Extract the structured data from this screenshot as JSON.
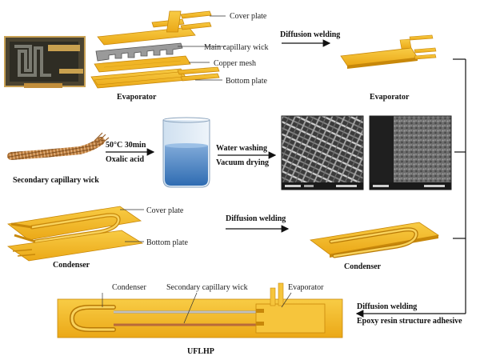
{
  "colors": {
    "copper": "#f2b51e",
    "copper_edge": "#c8880a",
    "copper_dark": "#b97a06",
    "wick_gray": "#9a9a9a",
    "liquid": "#4d86c4",
    "arrow": "#111111"
  },
  "row1": {
    "labels": {
      "cover": "Cover plate",
      "main_wick": "Main capillary wick",
      "mesh": "Copper mesh",
      "bottom": "Bottom plate"
    },
    "process": "Diffusion welding",
    "left_caption": "Evaporator",
    "right_caption": "Evaporator"
  },
  "row2": {
    "left_caption": "Secondary capillary wick",
    "step1_line1": "50°C 30min",
    "step1_line2": "Oxalic acid",
    "step2_line1": "Water washing",
    "step2_line2": "Vacuum drying"
  },
  "row3": {
    "labels": {
      "cover": "Cover plate",
      "bottom": "Bottom plate"
    },
    "process": "Diffusion welding",
    "left_caption": "Condenser",
    "right_caption": "Condenser"
  },
  "row4": {
    "labels": {
      "condenser": "Condenser",
      "wick": "Secondary capillary wick",
      "evaporator": "Evaporator"
    },
    "step_line1": "Diffusion welding",
    "step_line2": "Epoxy resin structure adhesive",
    "caption": "UFLHP"
  }
}
